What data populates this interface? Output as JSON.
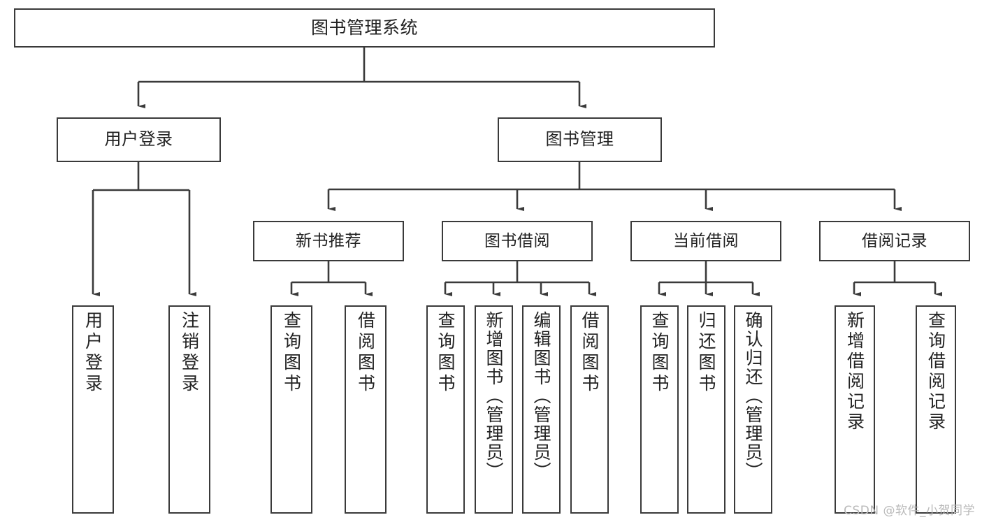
{
  "diagram": {
    "title": "图书管理系统",
    "type": "tree-hierarchy",
    "watermark": "CSDN @软件_小贺同学",
    "colors": {
      "box_border": "#3a3a3a",
      "box_fill": "#ffffff",
      "edge": "#3a3a3a",
      "text": "#222222",
      "watermark": "#b9b9b9",
      "background": "#ffffff"
    },
    "nodes": {
      "root": {
        "label": "图书管理系统"
      },
      "level1": [
        {
          "id": "user-login",
          "label": "用户登录"
        },
        {
          "id": "book-manage",
          "label": "图书管理"
        }
      ],
      "level2": [
        {
          "id": "new-book-recommend",
          "label": "新书推荐"
        },
        {
          "id": "book-borrow",
          "label": "图书借阅"
        },
        {
          "id": "current-borrow",
          "label": "当前借阅"
        },
        {
          "id": "borrow-record",
          "label": "借阅记录"
        }
      ],
      "leaves": {
        "user-login": [
          {
            "id": "leaf-user-login",
            "label": "用户登录"
          },
          {
            "id": "leaf-logout",
            "label": "注销登录"
          }
        ],
        "new-book-recommend": [
          {
            "id": "leaf-query-book-1",
            "label": "查询图书"
          },
          {
            "id": "leaf-borrow-book-1",
            "label": "借阅图书"
          }
        ],
        "book-borrow": [
          {
            "id": "leaf-query-book-2",
            "label": "查询图书"
          },
          {
            "id": "leaf-add-book",
            "label": "新增图书（管理员）"
          },
          {
            "id": "leaf-edit-book",
            "label": "编辑图书（管理员）"
          },
          {
            "id": "leaf-borrow-book-2",
            "label": "借阅图书"
          }
        ],
        "current-borrow": [
          {
            "id": "leaf-query-book-3",
            "label": "查询图书"
          },
          {
            "id": "leaf-return-book",
            "label": "归还图书"
          },
          {
            "id": "leaf-confirm-return",
            "label": "确认归还（管理员）"
          }
        ],
        "borrow-record": [
          {
            "id": "leaf-add-record",
            "label": "新增借阅记录"
          },
          {
            "id": "leaf-query-record",
            "label": "查询借阅记录"
          }
        ]
      }
    }
  }
}
